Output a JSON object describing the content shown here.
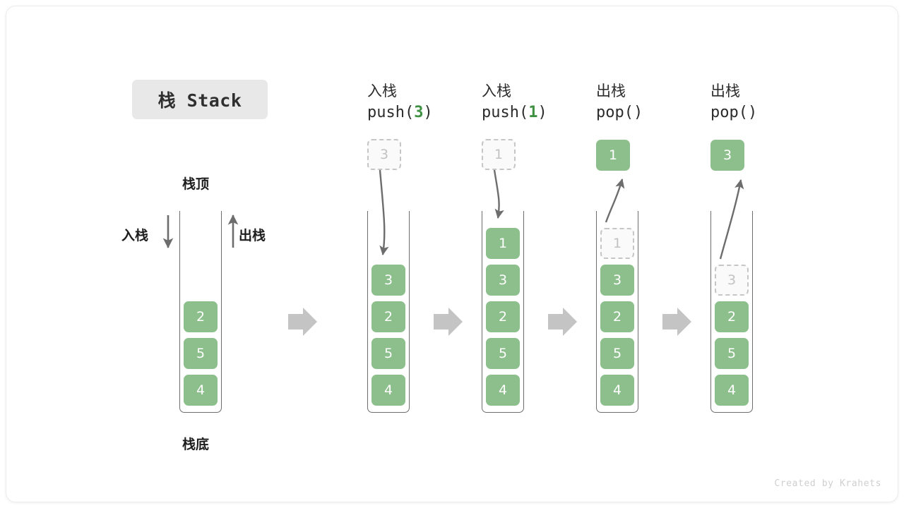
{
  "title_badge": {
    "text": "栈 Stack"
  },
  "labels": {
    "stack_top": "栈顶",
    "stack_bottom": "栈底",
    "push_side": "入栈",
    "pop_side": "出栈"
  },
  "colors": {
    "cell_fill": "#8cbf8c",
    "cell_text": "#ffffff",
    "ghost_border": "#c6c6c6",
    "ghost_text": "#c2c2c2",
    "accent_green": "#3f9142",
    "arrow_gray": "#6d6d6d",
    "block_arrow": "#c4c4c4",
    "badge_bg": "#e8e8e8"
  },
  "columns": [
    {
      "id": "initial",
      "header_cn": "",
      "header_code": "",
      "code_prefix": "",
      "code_arg": "",
      "code_suffix": "",
      "pending": null,
      "popped": null,
      "cells": [
        "2",
        "5",
        "4"
      ]
    },
    {
      "id": "push-3",
      "header_cn": "入栈",
      "header_code": "push(3)",
      "code_prefix": "push(",
      "code_arg": "3",
      "code_suffix": ")",
      "pending": "3",
      "popped": null,
      "cells": [
        "3",
        "2",
        "5",
        "4"
      ]
    },
    {
      "id": "push-1",
      "header_cn": "入栈",
      "header_code": "push(1)",
      "code_prefix": "push(",
      "code_arg": "1",
      "code_suffix": ")",
      "pending": "1",
      "popped": null,
      "cells": [
        "1",
        "3",
        "2",
        "5",
        "4"
      ]
    },
    {
      "id": "pop-1",
      "header_cn": "出栈",
      "header_code": "pop()",
      "code_prefix": "pop(",
      "code_arg": "",
      "code_suffix": ")",
      "pending": null,
      "popped": "1",
      "ghost_slot": "1",
      "cells": [
        "3",
        "2",
        "5",
        "4"
      ]
    },
    {
      "id": "pop-3",
      "header_cn": "出栈",
      "header_code": "pop()",
      "code_prefix": "pop(",
      "code_arg": "",
      "code_suffix": ")",
      "pending": null,
      "popped": "3",
      "ghost_slot": "3",
      "cells": [
        "2",
        "5",
        "4"
      ]
    }
  ],
  "credit": "Created by Krahets"
}
